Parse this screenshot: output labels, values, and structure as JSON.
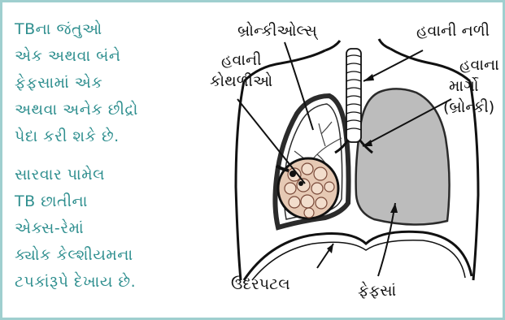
{
  "side_text": {
    "para1": [
      "TBના જંતુઓ",
      "એક અથવા બંને",
      "ફેફસામાં એક",
      "અથવા અનેક છીદ્રો",
      "પેદા કરી શકે છે."
    ],
    "para2": [
      "સારવાર પામેલ",
      "TB છાતીના",
      "એક્સ-રેમાં",
      "ક્યોક કેલ્શીયમના",
      "ટપકાંરૂપે દેખાય છે."
    ]
  },
  "labels": {
    "bronchioles": "બ્રોન્કીઓલ્સ્",
    "windpipe": "હવાની નળી",
    "air_sacs_1": "હવાની",
    "air_sacs_2": "કોથળીઓ",
    "airways_1": "હવાના",
    "airways_2": "માર્ગો",
    "airways_3": "(બ્રોન્કી)",
    "diaphragm": "ઉદરપટલ",
    "lungs": "ફેફસાં"
  },
  "colors": {
    "frame": "#9fcfcf",
    "side_text": "#2f8f8f",
    "lung_fill": "#bcbcbc",
    "lung_dark": "#2b2b2b",
    "air_sac_fill": "#e6c9b4"
  }
}
